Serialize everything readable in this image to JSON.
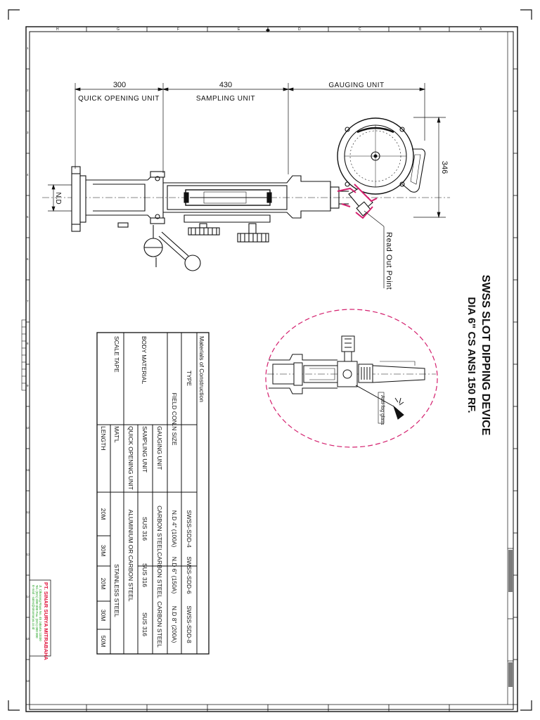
{
  "title": {
    "line1": "SWSS SLOT DIPPING DEVICE",
    "line2": "DIA 6\" CS ANSI 150 RF."
  },
  "dimensions": {
    "quick_opening": "300",
    "sampling": "430",
    "height": "346",
    "nd": "N.D"
  },
  "units": {
    "quick_opening": "QUICK OPENING UNIT",
    "sampling": "SAMPLING UNIT",
    "gauging": "GAUGING UNIT"
  },
  "callouts": {
    "read_out": "Read Out Point",
    "anti_fog": "Anti-fog glass"
  },
  "grid": {
    "columns": [
      "H",
      "G",
      "F",
      "E",
      "D",
      "C",
      "B",
      "A"
    ],
    "rows": [
      "1",
      "2",
      "3",
      "4",
      "5",
      "6",
      "7",
      "8",
      "9",
      "10",
      "11",
      "12",
      "13",
      "14",
      "15",
      "16"
    ]
  },
  "table": {
    "heading": "Materials of Construction",
    "type_label": "TYPE",
    "types": [
      "SWSS-SDD-4",
      "SWSS-SDD-6",
      "SWSS-SDD-8"
    ],
    "field_label": "FIELD CON.N SIZE",
    "sizes": [
      "N.D 4\" (100A)",
      "N.D 6\" (150A)",
      "N.D 8\" (200A)"
    ],
    "body_label": "BODY MATERIAL",
    "gauging_label": "GAUGING UNIT",
    "sampling_label": "SAMPLING UNIT",
    "quick_label": "QUICK OPENING UNIT",
    "gauging_values": [
      "CARBON STEEL",
      "CARBON STEEL",
      "CARBON STEEL"
    ],
    "sampling_values": [
      "SUS 316",
      "SUS 316",
      "SUS 316"
    ],
    "quick_value": "ALUMINIUM OR CARBON STEEL",
    "scale_label": "SCALE TAPE",
    "matl_label": "MAT'L",
    "matl_value": "STAINLESS STEEL",
    "length_label": "LENGTH",
    "lengths": [
      "20M",
      "30M",
      "20M",
      "30M",
      "50M"
    ]
  },
  "company": {
    "name": "PT. SINAR SURYA MITRABAHA",
    "address": "Jl. Cikarang Raya No. 45 Jakarta 13330",
    "phone": "Tel. (021) 000 000   Fax. (021) 000 000",
    "email": "E-mail : sales@sinarsurya.co.id"
  },
  "colors": {
    "accent": "#d4206e",
    "company": "#e0143c",
    "company_sub": "#1a9e1a"
  }
}
